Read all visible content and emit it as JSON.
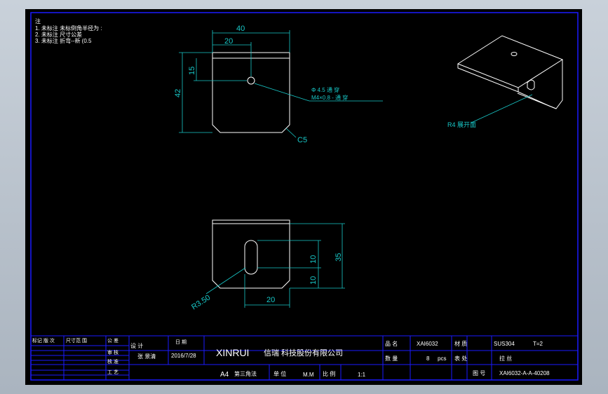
{
  "notes": {
    "lines": [
      "注",
      "1. 未标注 未标倒角半径为 :",
      "2. 未标注 尺寸公差",
      "3. 未标注 折弯--新 (0.5"
    ]
  },
  "dimensions": {
    "width_40": "40",
    "width_20": "20",
    "height_15": "15",
    "height_42": "42",
    "chamfer": "C5",
    "hole_note_1": "Φ  4.5 通 穿",
    "hole_note_2": "M4×0.8 - 通 穿",
    "slot_35": "35",
    "slot_10a": "10",
    "slot_10b": "10",
    "slot_20": "20",
    "radius": "R3.50"
  },
  "iso_note": "R4 展开面",
  "title_block": {
    "company_en": "XINRUI",
    "company_cn": "信瑞 科技股份有限公司",
    "date": "2016/7/28",
    "drawn_label": "设 计",
    "drawn_value": "张 景清",
    "date_label": "日 期",
    "size": "A4",
    "angle": "第三角法",
    "unit_label": "单 位",
    "unit": "M.M",
    "scale_label": "比 例",
    "scale": "1:1",
    "part_label": "品 名",
    "part_no": "XAI6032",
    "material_label": "材 质",
    "material": "SUS304",
    "thickness": "T=2",
    "qty_label": "数 量",
    "qty": "8",
    "qty_unit": "pcs",
    "finish_label": "表 处",
    "finish": "拉 丝",
    "draw_label": "图 号",
    "drawing_no": "XAI6032-A-A-40208",
    "rev_labels": [
      "标记 版 次",
      "公 差",
      "审 核",
      "核 准",
      "工 艺"
    ],
    "small_header": "尺寸范 围"
  },
  "colors": {
    "sheet": "#000000",
    "border": "#1a1aff",
    "geometry": "#ffffff",
    "dimension": "#18c8c8",
    "title_text": "#ffffff"
  }
}
